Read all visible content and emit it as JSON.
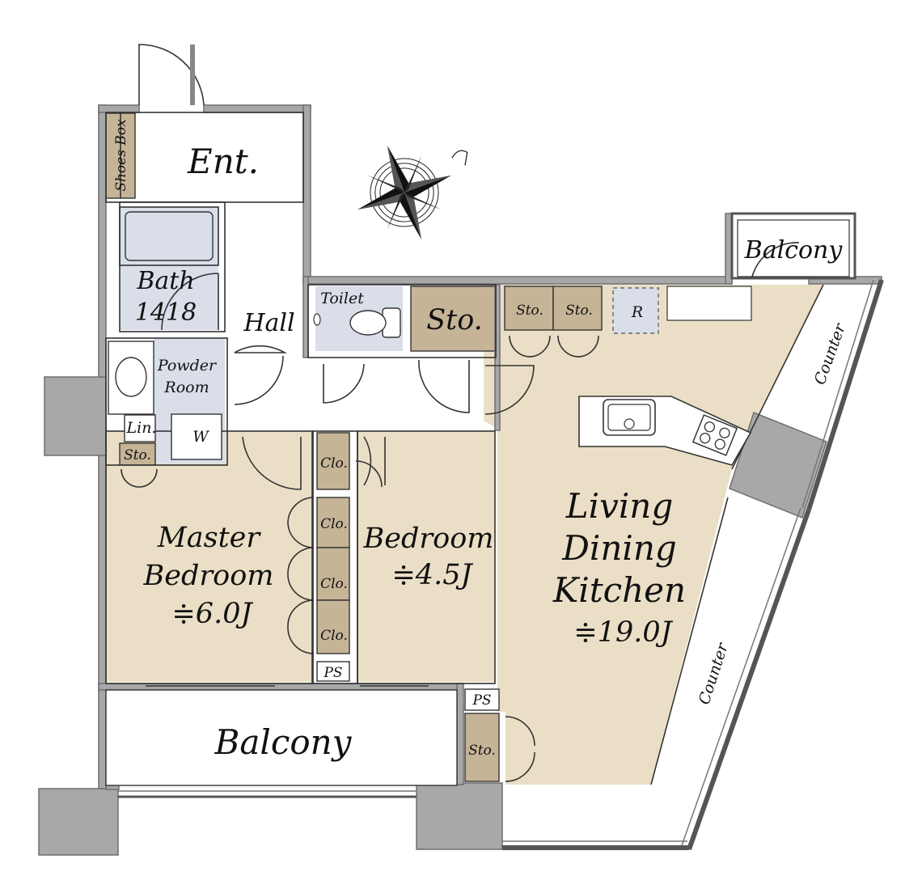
{
  "rooms": {
    "entrance": "Ent.",
    "shoes_box": "Shoes Box",
    "bath": "Bath",
    "bath_size": "1418",
    "hall": "Hall",
    "toilet": "Toilet",
    "storage_main": "Sto.",
    "storage_small_1": "Sto.",
    "storage_small_2": "Sto.",
    "refrigerator": "R",
    "powder_room_line1": "Powder",
    "powder_room_line2": "Room",
    "washer": "W",
    "linen": "Lin.",
    "storage_lin": "Sto.",
    "master_bedroom_line1": "Master",
    "master_bedroom_line2": "Bedroom",
    "master_bedroom_size": "≑6.0J",
    "bedroom": "Bedroom",
    "bedroom_size": "≑4.5J",
    "closet_1": "Clo.",
    "closet_2": "Clo.",
    "closet_3": "Clo.",
    "closet_4": "Clo.",
    "ps_1": "PS",
    "ps_2": "PS",
    "storage_ldk": "Sto.",
    "ldk_line1": "Living",
    "ldk_line2": "Dining",
    "ldk_line3": "Kitchen",
    "ldk_size": "≑19.0J",
    "counter_top": "Counter",
    "counter_bottom": "Counter",
    "balcony_top": "Balcony",
    "balcony_bottom": "Balcony"
  },
  "colors": {
    "wall": "#a8a8a8",
    "living_floor": "#eadfc6",
    "wet_area": "#d9dee9",
    "storage": "#c6b497",
    "white": "#ffffff"
  },
  "icons": [
    "compass-rose-icon",
    "sink-icon",
    "stove-icon",
    "toilet-icon",
    "bathtub-icon",
    "washbasin-icon"
  ]
}
